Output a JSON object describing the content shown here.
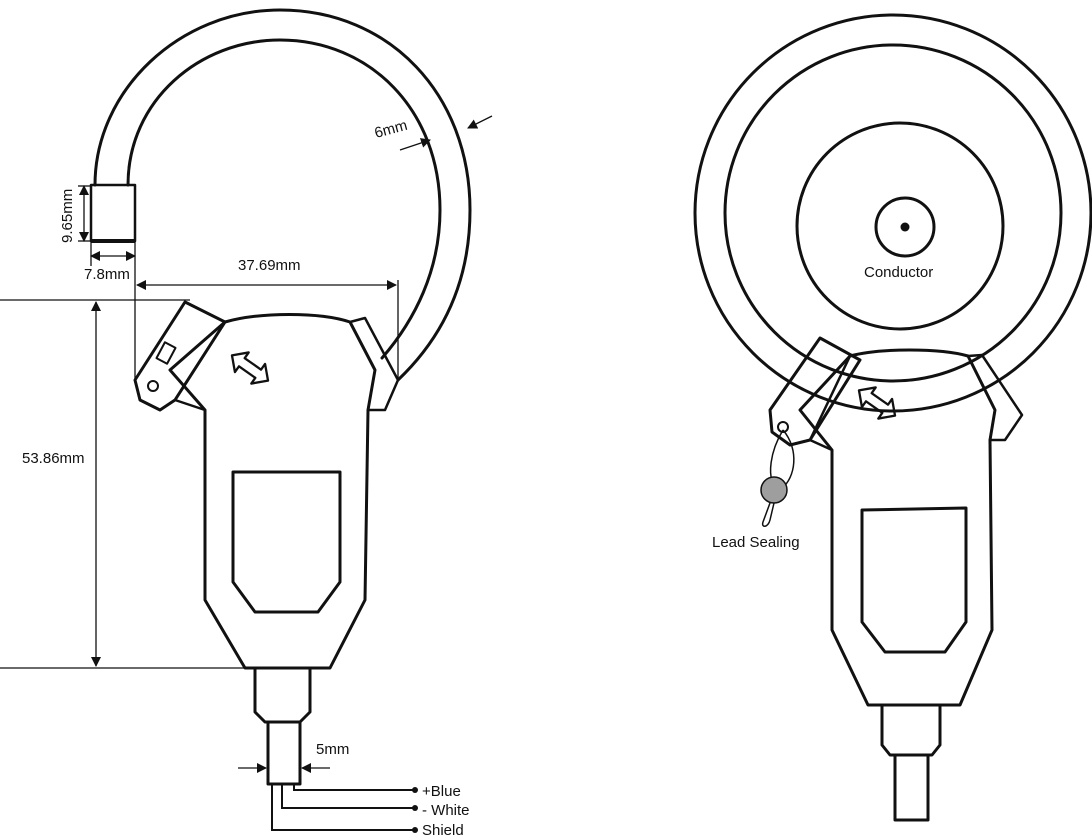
{
  "dimensions": {
    "coil_thickness": "6mm",
    "connector_height": "9.65mm",
    "connector_width": "7.8mm",
    "opening_width": "37.69mm",
    "body_length": "53.86mm",
    "cable_diameter": "5mm"
  },
  "wires": {
    "blue": "+Blue",
    "white": "- White",
    "shield": "Shield"
  },
  "labels": {
    "conductor": "Conductor",
    "lead_sealing": "Lead Sealing"
  }
}
